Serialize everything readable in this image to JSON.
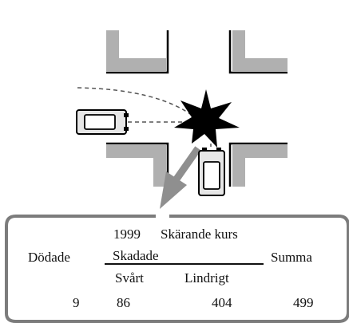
{
  "colors": {
    "background": "#ffffff",
    "ink": "#111111",
    "road_edge": "#b0b0b0",
    "arrow": "#8f8f8f",
    "box_border": "#7c7c7c",
    "vehicle_body": "#e6e6e6"
  },
  "table": {
    "year": "1999",
    "category": "Skärande kurs",
    "headers": {
      "killed": "Dödade",
      "injured": "Skadade",
      "severe": "Svårt",
      "slight": "Lindrigt",
      "total": "Summa"
    },
    "values": {
      "killed": "9",
      "severe": "86",
      "slight": "404",
      "total": "499"
    }
  }
}
